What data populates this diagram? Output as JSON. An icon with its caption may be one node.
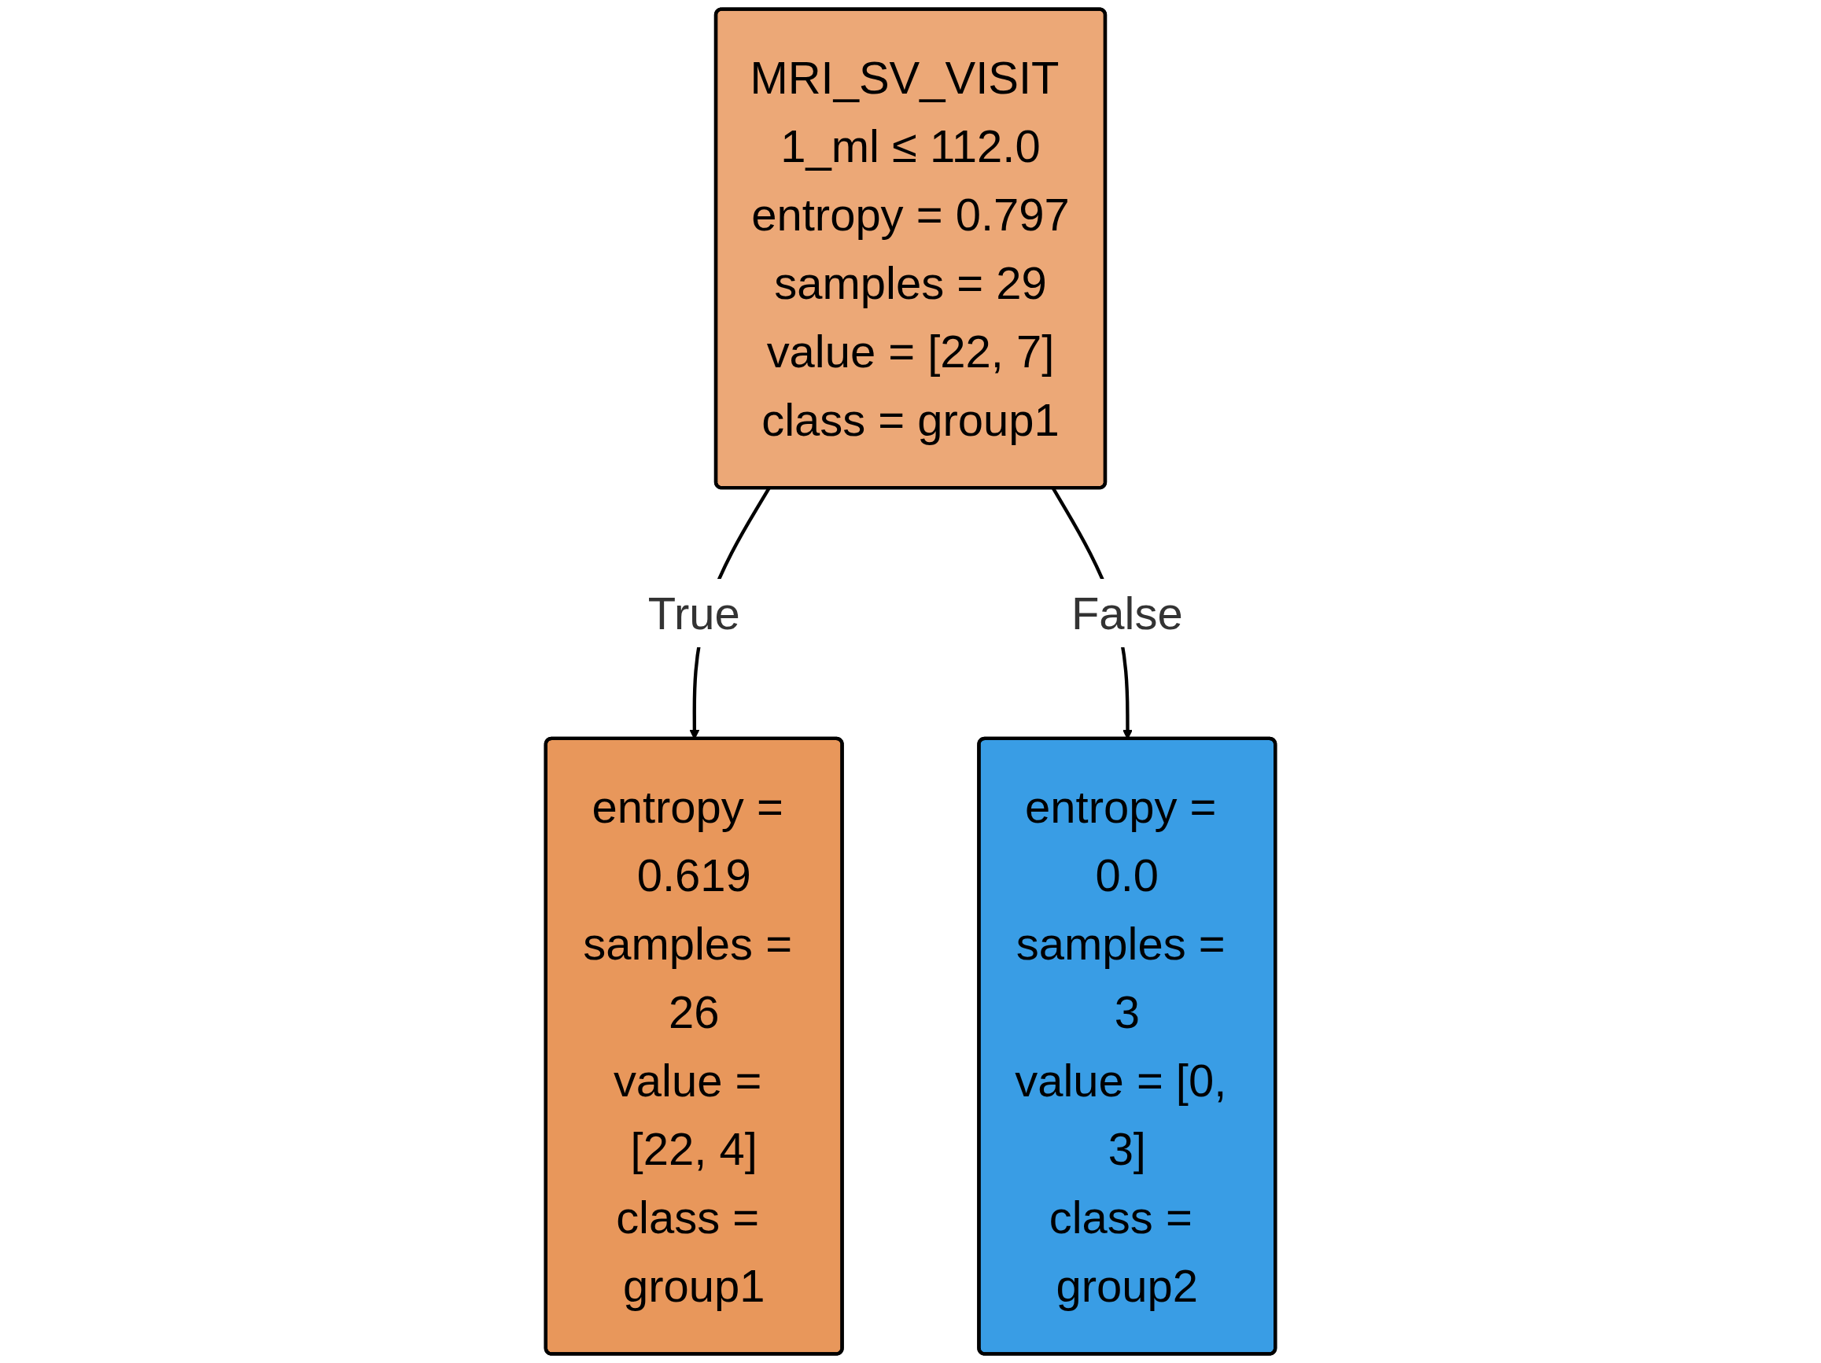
{
  "diagram": {
    "nodes": [
      {
        "text": [
          "MRI_SV_VISIT 1_ml ≤ 112.0",
          "entropy = 0.797",
          "samples = 29",
          "value = [22, 7]",
          "class = group1"
        ]
      },
      {
        "text": [
          "entropy = 0.619",
          "samples = 26",
          "value = [22, 4]",
          "class = group1"
        ]
      },
      {
        "text": [
          "entropy = 0.0",
          "samples = 3",
          "value = [0, 3]",
          "class = group2"
        ]
      }
    ],
    "edges": [
      {
        "from": 0,
        "to": 1,
        "arrow": "to",
        "label": "True"
      },
      {
        "from": 0,
        "to": 2,
        "arrow": "to",
        "label": "False"
      }
    ]
  }
}
